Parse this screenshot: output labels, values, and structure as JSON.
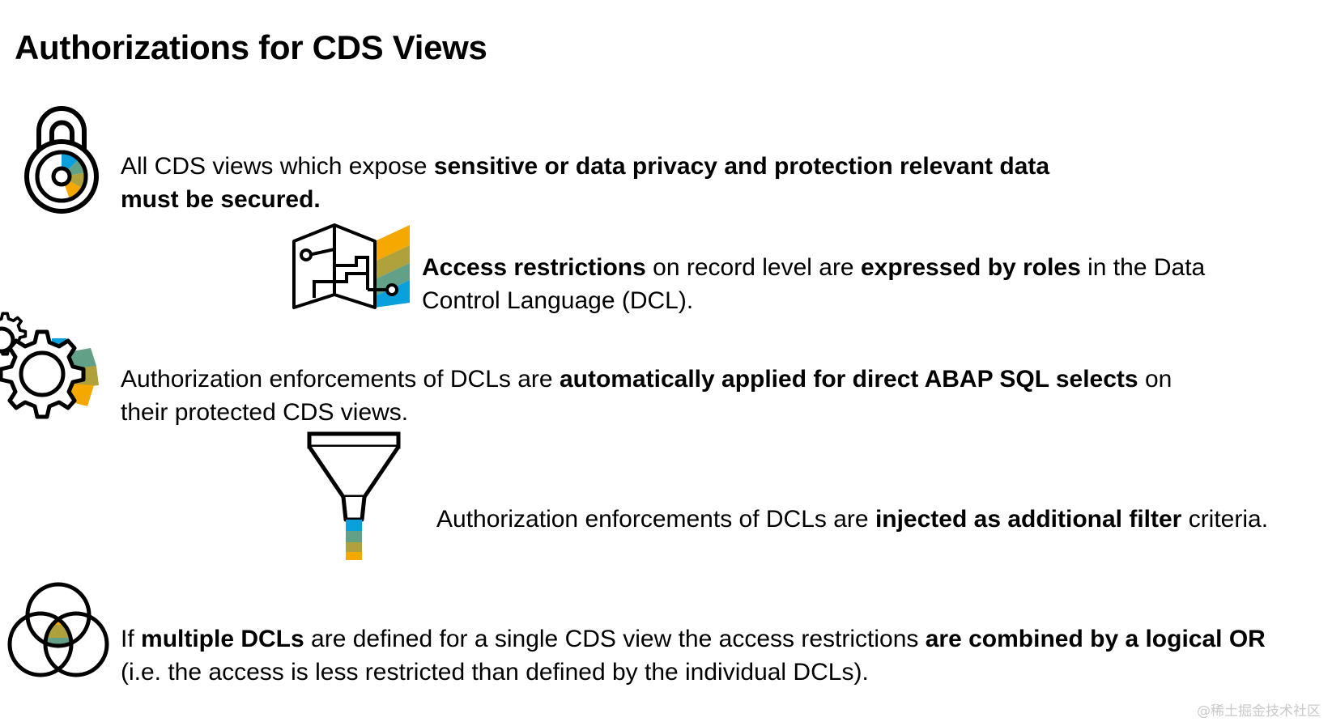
{
  "slide": {
    "title": "Authorizations for CDS Views",
    "watermark": "@稀土掘金技术社区",
    "background_color": "#FFFFFF",
    "text_color": "#000000"
  },
  "palette": {
    "blue": "#0AA0DC",
    "teal": "#63A088",
    "olive": "#AFA13C",
    "yellow": "#F5A800",
    "outline": "#000000"
  },
  "bullets": [
    {
      "id": "lock",
      "icon": "open-padlock-icon",
      "icon_label": "open padlock with colored dial segments",
      "segments": [
        {
          "text": "All CDS views which expose ",
          "bold": false
        },
        {
          "text": "sensitive or data privacy and protection relevant data must be secured.",
          "bold": true
        }
      ],
      "plain_text": "All CDS views which expose sensitive or data privacy and protection relevant data must be secured."
    },
    {
      "id": "map",
      "icon": "folded-map-icon",
      "icon_label": "folded map with route and colored panel",
      "segments": [
        {
          "text": "Access restrictions",
          "bold": true
        },
        {
          "text": " on record level are ",
          "bold": false
        },
        {
          "text": "expressed by roles",
          "bold": true
        },
        {
          "text": " in the Data Control Language (DCL).",
          "bold": false
        }
      ],
      "plain_text": "Access restrictions on record level are expressed by roles in the Data Control Language (DCL)."
    },
    {
      "id": "gear",
      "icon": "gears-icon",
      "icon_label": "two interlocking gears with colored segments",
      "segments": [
        {
          "text": "Authorization enforcements of DCLs are ",
          "bold": false
        },
        {
          "text": "automatically applied for direct ABAP SQL selects",
          "bold": true
        },
        {
          "text": " on their protected CDS views.",
          "bold": false
        }
      ],
      "plain_text": "Authorization enforcements of DCLs are automatically applied for direct ABAP SQL selects on their protected CDS views."
    },
    {
      "id": "funnel",
      "icon": "funnel-icon",
      "icon_label": "funnel with colored stream",
      "segments": [
        {
          "text": "Authorization enforcements of DCLs are ",
          "bold": false
        },
        {
          "text": "injected as additional filter",
          "bold": true
        },
        {
          "text": " criteria.",
          "bold": false
        }
      ],
      "plain_text": "Authorization enforcements of DCLs are injected as additional filter criteria."
    },
    {
      "id": "venn",
      "icon": "venn-diagram-icon",
      "icon_label": "three overlapping circles with colored intersection",
      "segments": [
        {
          "text": "If ",
          "bold": false
        },
        {
          "text": "multiple DCLs",
          "bold": true
        },
        {
          "text": " are defined for a single CDS view the access restrictions ",
          "bold": false
        },
        {
          "text": "are combined by a logical OR",
          "bold": true
        },
        {
          "text": " (i.e. the access is less restricted than defined by the individual DCLs).",
          "bold": false
        }
      ],
      "plain_text": "If multiple DCLs are defined for a single CDS view the access restrictions are combined by a logical OR (i.e. the access is less restricted than defined by the individual DCLs)."
    }
  ]
}
